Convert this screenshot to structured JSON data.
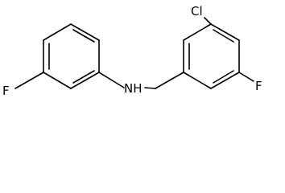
{
  "molecule": {
    "labels": {
      "nitrogen": "NH",
      "chlorine": "Cl",
      "fluorine_right": "F",
      "fluorine_left": "F"
    }
  }
}
